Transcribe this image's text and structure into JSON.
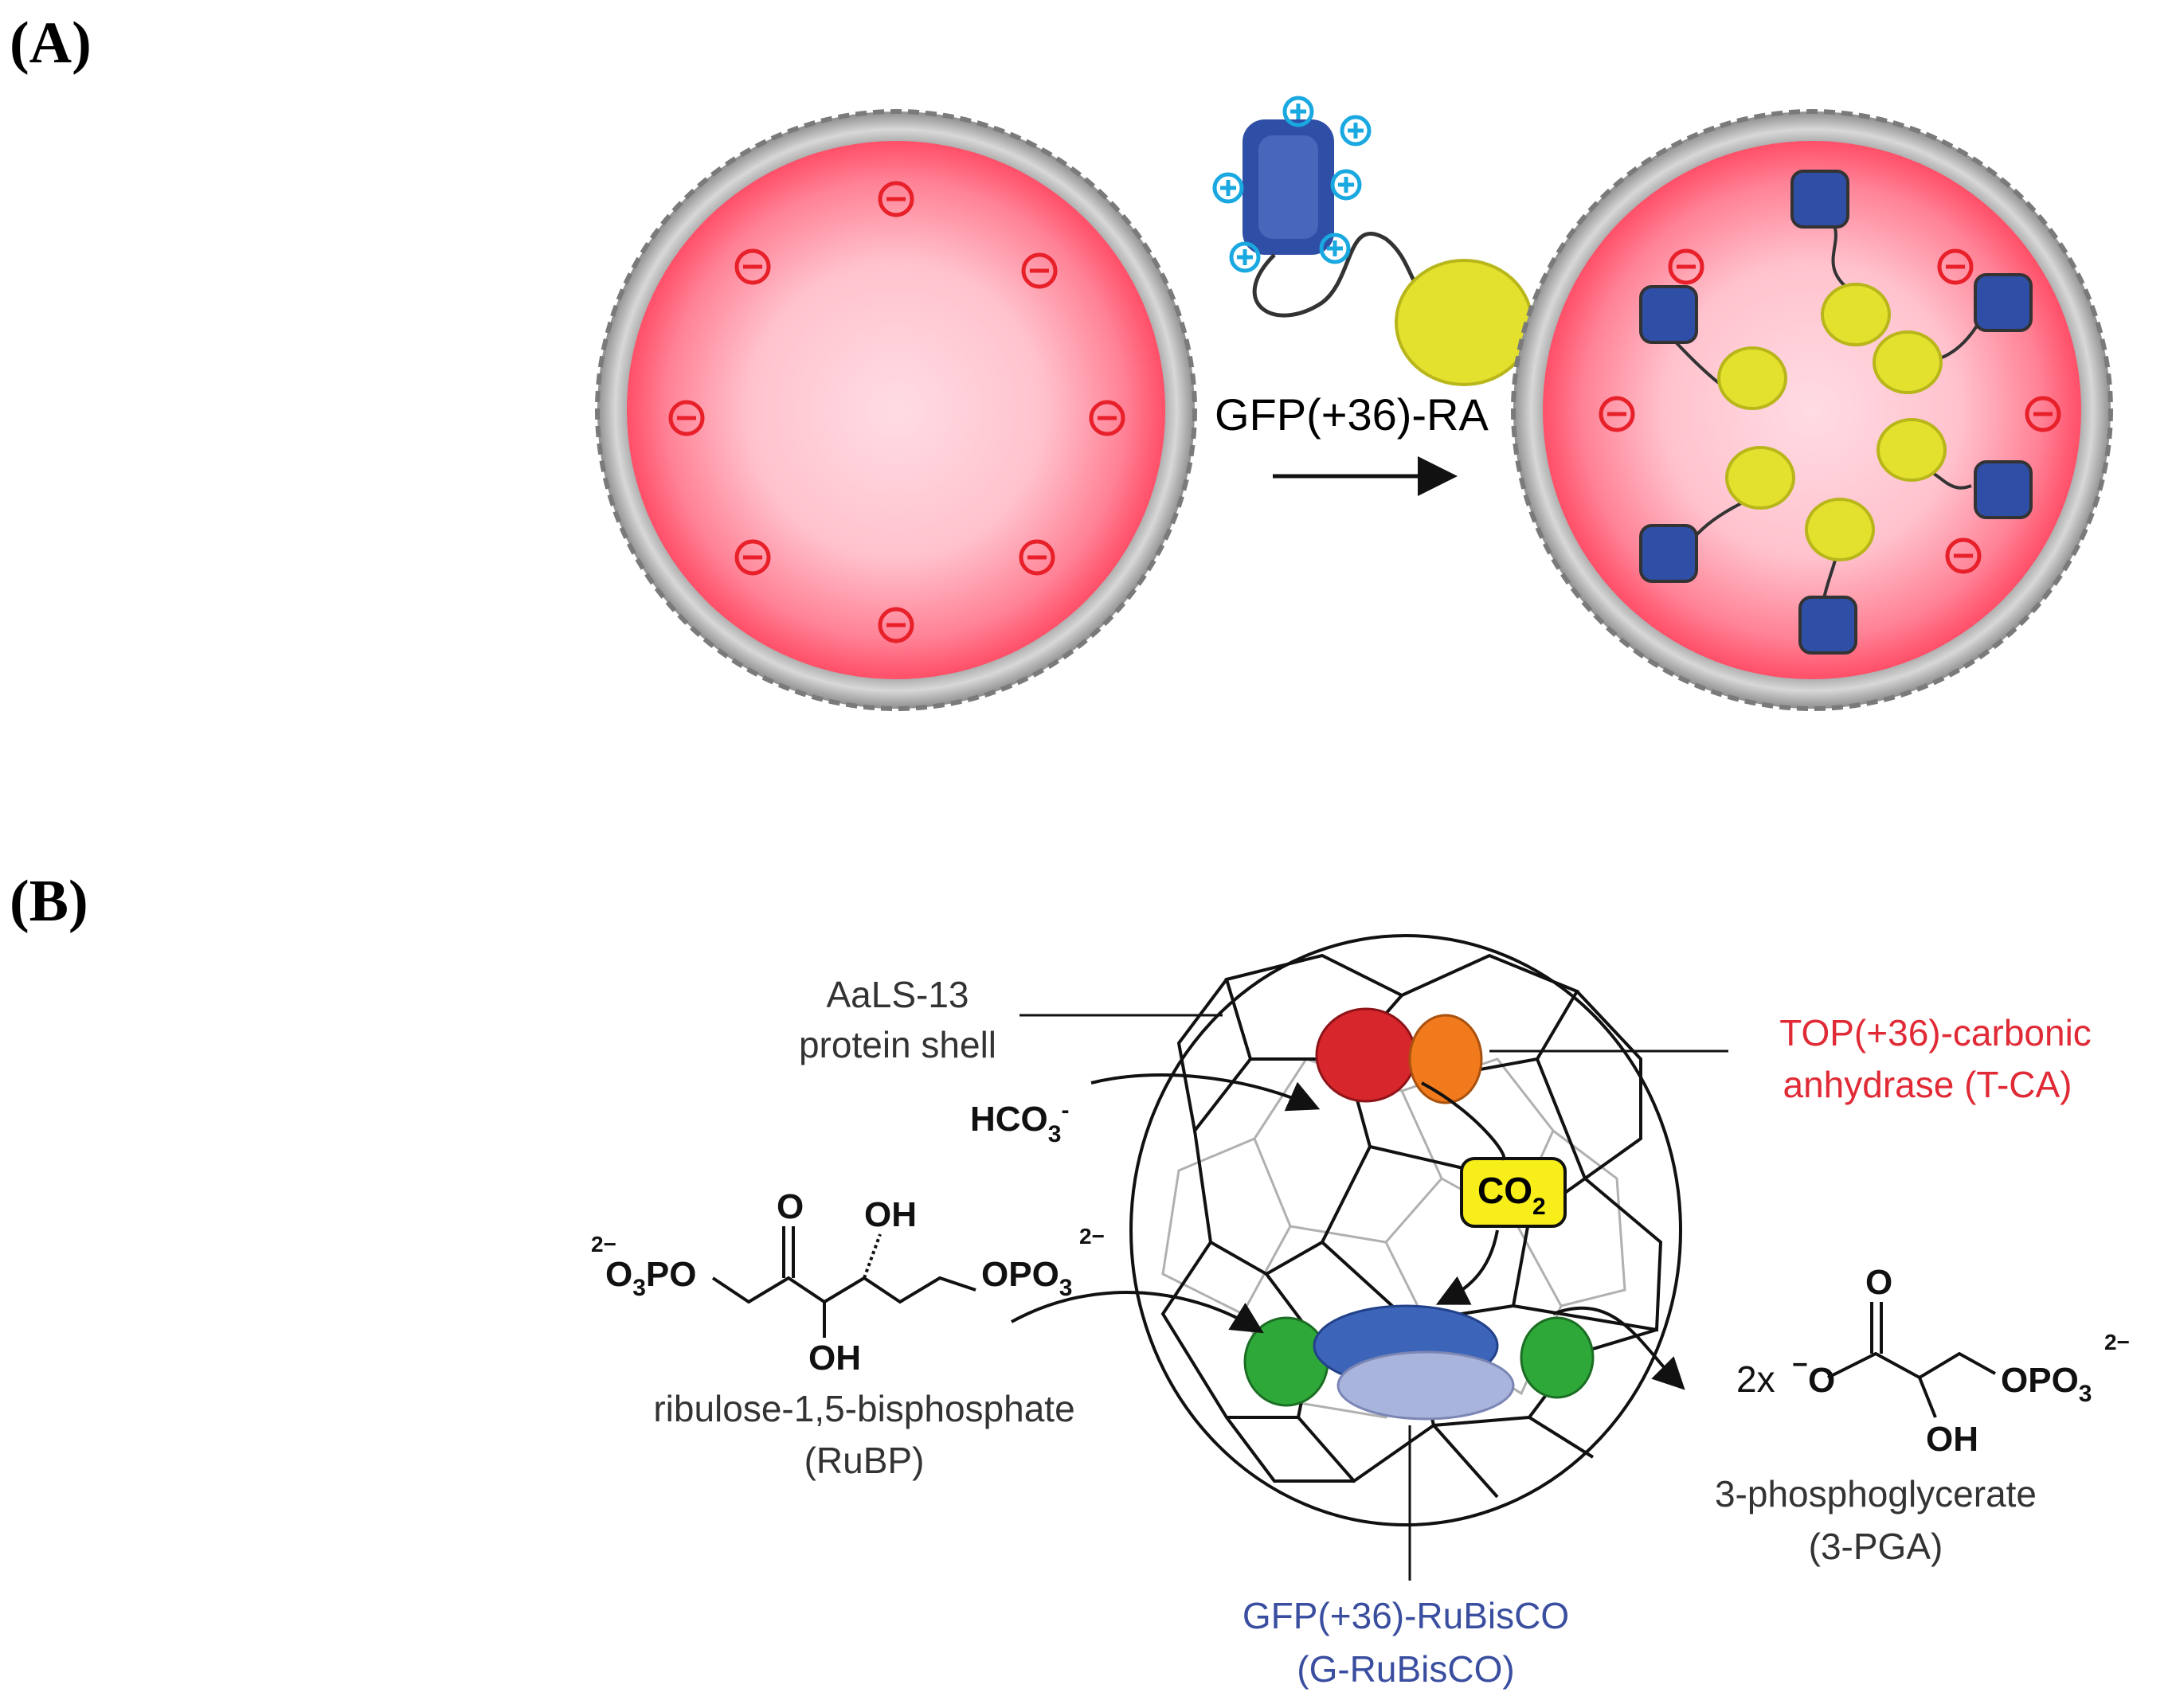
{
  "panels": {
    "a": {
      "label": "(A)",
      "arrow_label": "GFP(+36)-RA"
    },
    "b": {
      "label": "(B)",
      "shell_line1": "AaLS-13",
      "shell_line2": "protein shell",
      "tca_line1": "TOP(+36)-carbonic",
      "tca_line2": "anhydrase (T-CA)",
      "hco3_main": "HCO",
      "hco3_sub": "3",
      "hco3_sup": "-",
      "co2_main": "CO",
      "co2_sub": "2",
      "rubp_line1": "ribulose-1,5-bisphosphate",
      "rubp_line2": "(RuBP)",
      "grub_line1": "GFP(+36)-RuBisCO",
      "grub_line2": "(G-RuBisCO)",
      "pga_line1": "3-phosphoglycerate",
      "pga_line2": "(3-PGA)",
      "product_multiplier": "2x",
      "chem": {
        "o": "O",
        "oh": "OH",
        "charge_2minus": "2−",
        "minus": "−",
        "o3po_O": "O",
        "o3po_3": "3",
        "o3po_PO": "PO",
        "opo3_OPO": "OPO",
        "opo3_3": "3"
      }
    }
  },
  "colors": {
    "negative_charge": "#e8202a",
    "positive_charge": "#1aa8e0",
    "sphere_core": "#ffc8d2",
    "sphere_edge": "#ff4f68",
    "protein_shell": "#bcbcbc",
    "gfp": "#2f4ea6",
    "retro_aldolase": "#e3e12e",
    "tca_red": "#d7262c",
    "tca_orange": "#f07a1c",
    "rubisco_blue": "#3c64b8",
    "rubisco_lavender": "#a9b4dc",
    "rubisco_green": "#2fa83a",
    "co2_box": "#f7ee1a",
    "tca_label": "#e02a36",
    "grubisco_label": "#3a4ea0"
  }
}
